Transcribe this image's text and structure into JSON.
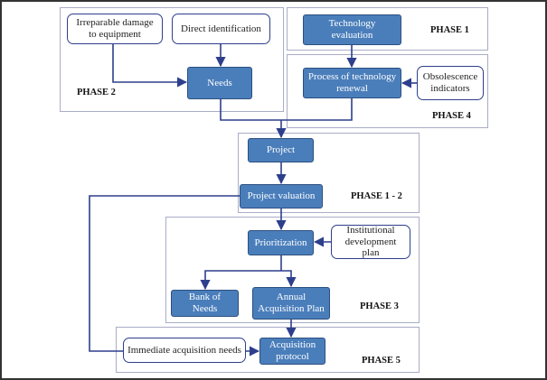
{
  "colors": {
    "node_fill": "#4a7ebb",
    "node_border": "#2c4f80",
    "input_border": "#2d3f8c",
    "connector": "#2d3f8c",
    "region_border": "#a9adc6"
  },
  "nodes": {
    "irreparable_damage": "Irreparable damage to equipment",
    "direct_identification": "Direct identification",
    "needs": "Needs",
    "technology_evaluation": "Technology evaluation",
    "process_of_technology_renewal": "Process of technology renewal",
    "obsolescence_indicators": "Obsolescence indicators",
    "project": "Project",
    "project_valuation": "Project valuation",
    "prioritization": "Prioritization",
    "institutional_development_plan": "Institutional development plan",
    "bank_of_needs": "Bank of Needs",
    "annual_acquisition_plan": "Annual  Acquisition Plan",
    "immediate_acquisition_needs": "Immediate acquisition needs",
    "acquisition_protocol": "Acquisition protocol"
  },
  "phases": {
    "phase_2": "PHASE 2",
    "phase_1": "PHASE 1",
    "phase_4": "PHASE 4",
    "phase_1_2": "PHASE 1 - 2",
    "phase_3": "PHASE 3",
    "phase_5": "PHASE 5"
  }
}
